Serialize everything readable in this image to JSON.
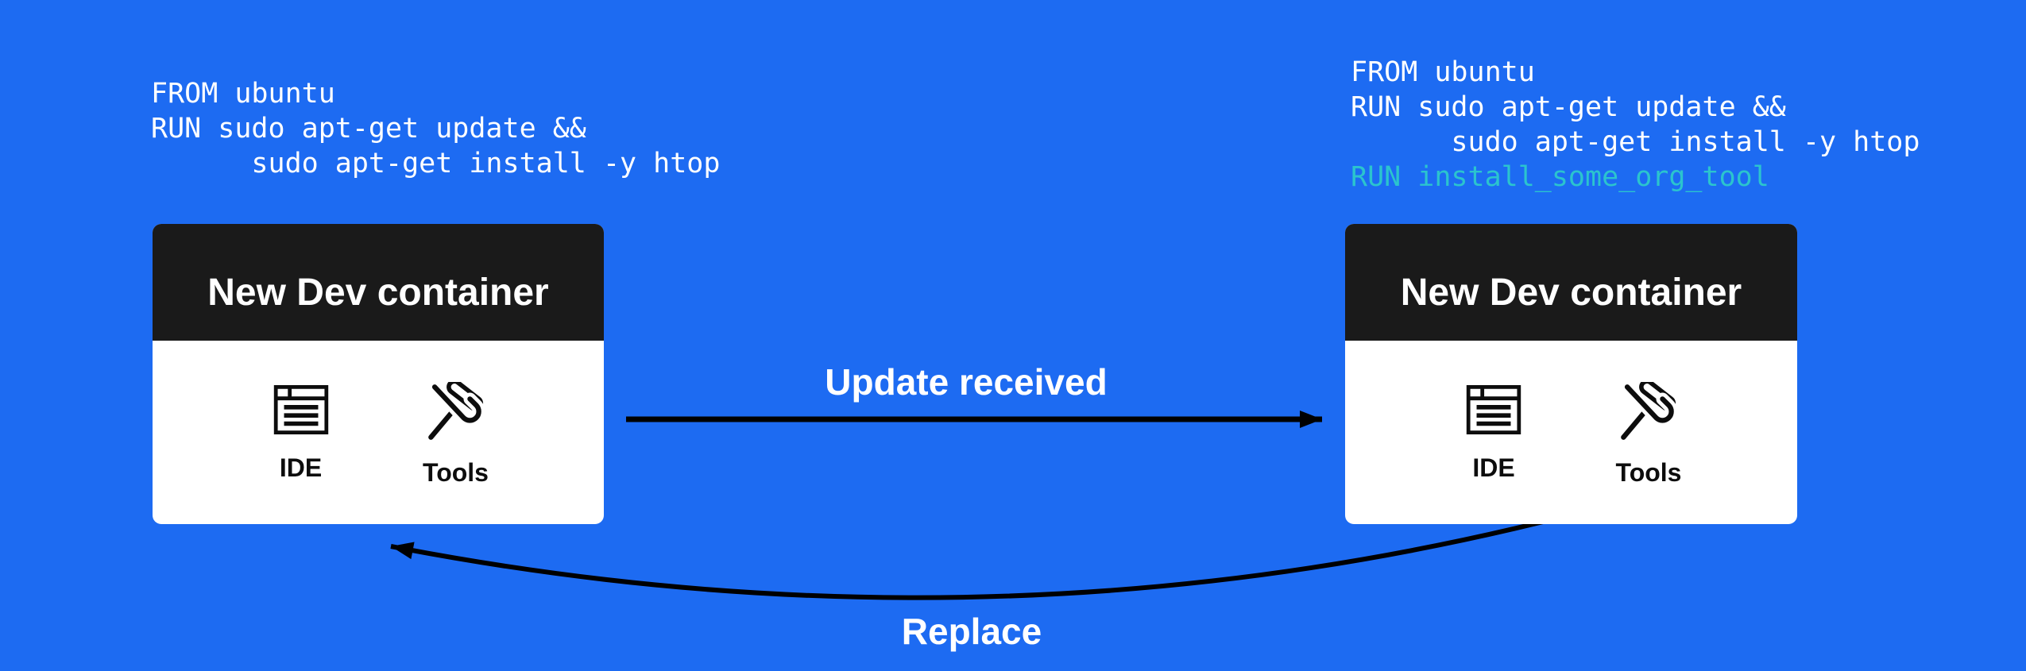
{
  "colors": {
    "background": "#1d6bf2",
    "card_header": "#1a1a1a",
    "card_body": "#ffffff",
    "title_text": "#ffffff",
    "code_text": "#ffffff",
    "code_highlight": "#2bc4ce",
    "arrow": "#000000",
    "icon_stroke": "#0d0d0d"
  },
  "left_code": {
    "lines": [
      "FROM ubuntu",
      "RUN sudo apt-get update &&",
      "      sudo apt-get install -y htop"
    ]
  },
  "right_code": {
    "lines": [
      "FROM ubuntu",
      "RUN sudo apt-get update &&",
      "      sudo apt-get install -y htop",
      "RUN install_some_org_tool"
    ]
  },
  "left_card": {
    "title": "New Dev container",
    "items": [
      {
        "label": "IDE",
        "icon": "ide-window-icon"
      },
      {
        "label": "Tools",
        "icon": "hammer-wrench-icon"
      }
    ]
  },
  "right_card": {
    "title": "New Dev container",
    "items": [
      {
        "label": "IDE",
        "icon": "ide-window-icon"
      },
      {
        "label": "Tools",
        "icon": "hammer-wrench-icon"
      }
    ]
  },
  "arrows": {
    "update_label": "Update received",
    "replace_label": "Replace"
  }
}
